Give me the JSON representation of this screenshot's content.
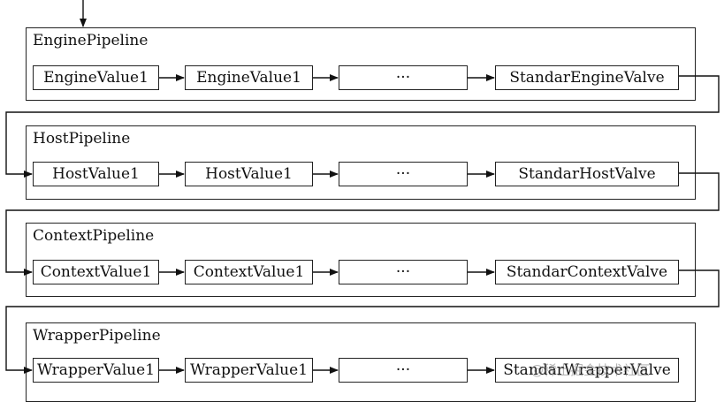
{
  "pipelines": [
    {
      "title": "EnginePipeline",
      "valves": [
        "EngineValue1",
        "EngineValue1",
        "···",
        "StandarEngineValve"
      ]
    },
    {
      "title": "HostPipeline",
      "valves": [
        "HostValue1",
        "HostValue1",
        "···",
        "StandarHostValve"
      ]
    },
    {
      "title": "ContextPipeline",
      "valves": [
        "ContextValue1",
        "ContextValue1",
        "···",
        "StandarContextValve"
      ]
    },
    {
      "title": "WrapperPipeline",
      "valves": [
        "WrapperValue1",
        "WrapperValue1",
        "···",
        "StandarWrapperValve"
      ]
    }
  ],
  "watermark": "@稀土掘金技术社区"
}
